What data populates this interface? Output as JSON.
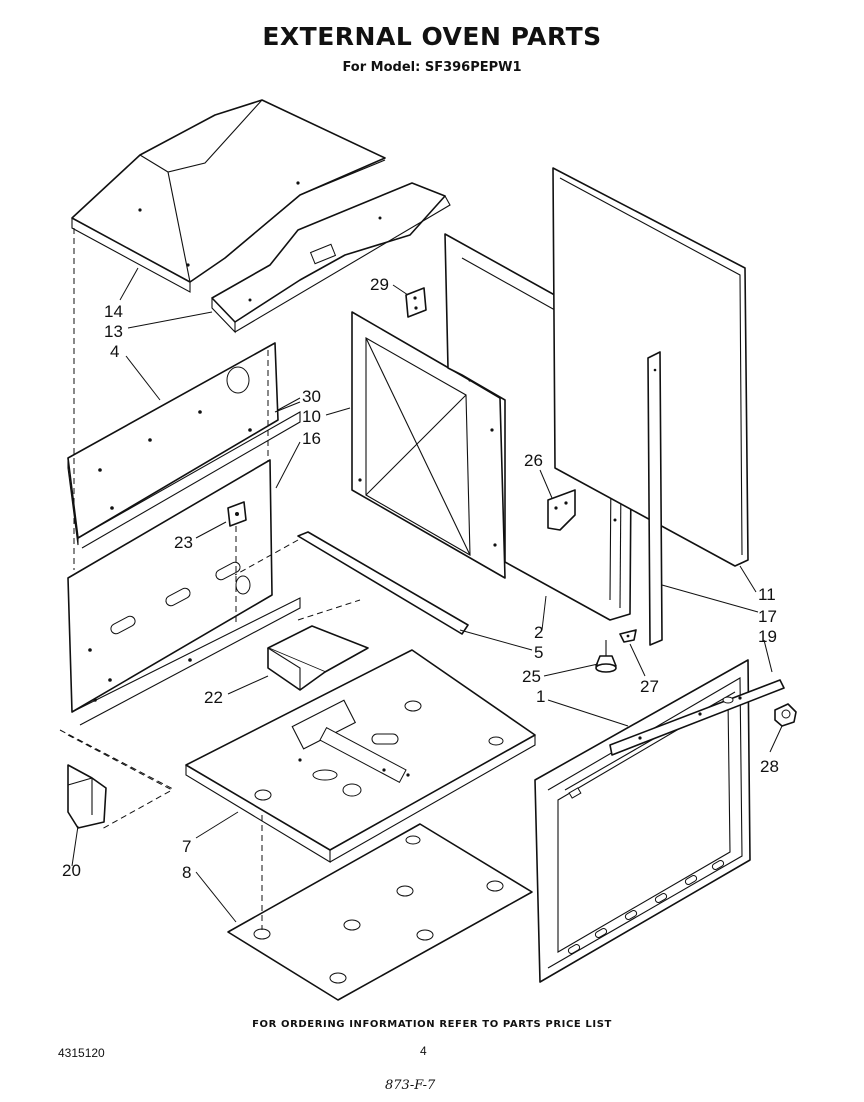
{
  "header": {
    "title": "EXTERNAL OVEN PARTS",
    "subtitle": "For Model: SF396PEPW1"
  },
  "footer": {
    "ordering_note": "FOR ORDERING INFORMATION REFER TO PARTS PRICE LIST",
    "document_number": "4315120",
    "page_number": "4",
    "handwritten_note": "873-F-7"
  },
  "callouts": [
    "14",
    "13",
    "4",
    "30",
    "10",
    "16",
    "29",
    "26",
    "23",
    "22",
    "20",
    "7",
    "8",
    "2",
    "5",
    "25",
    "1",
    "27",
    "11",
    "17",
    "19",
    "28"
  ]
}
